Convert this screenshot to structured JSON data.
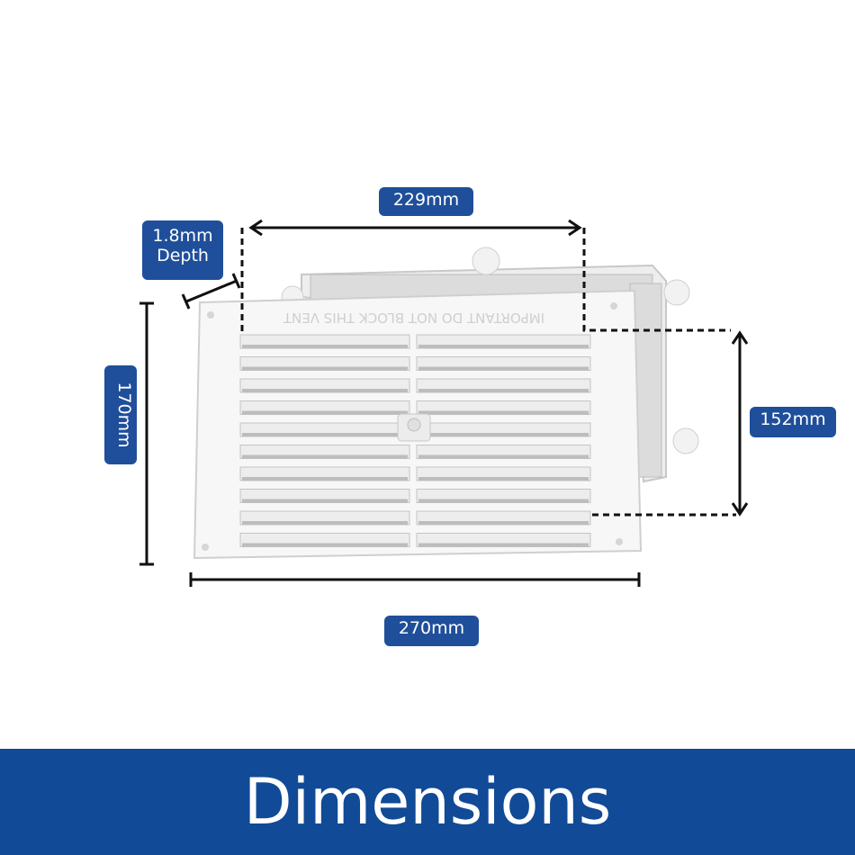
{
  "dimensions": {
    "width_inner": "229mm",
    "depth_value": "1.8mm",
    "depth_label": "Depth",
    "height_outer": "170mm",
    "height_inner": "152mm",
    "width_outer": "270mm"
  },
  "vent_text": "IMPORTANT DO NOT BLOCK THIS VENT",
  "footer": {
    "title": "Dimensions"
  },
  "colors": {
    "label_bg": "#1f4f9a",
    "footer_bg": "#114a97",
    "line": "#111111"
  }
}
